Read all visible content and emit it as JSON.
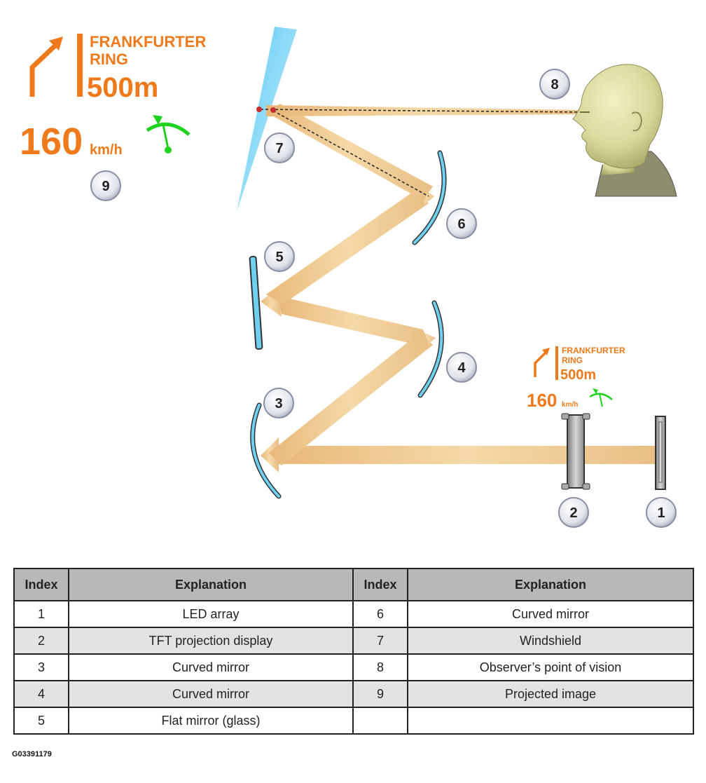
{
  "hud_large": {
    "street_line1": "FRANKFURTER",
    "street_line2": "RING",
    "distance": "500m",
    "speed": "160",
    "speed_unit": "km/h"
  },
  "hud_small": {
    "street_line1": "FRANKFURTER",
    "street_line2": "RING",
    "distance": "500m",
    "speed": "160",
    "speed_unit": "km/h"
  },
  "callouts": [
    "1",
    "2",
    "3",
    "4",
    "5",
    "6",
    "7",
    "8",
    "9"
  ],
  "table": {
    "headers": [
      "Index",
      "Explanation",
      "Index",
      "Explanation"
    ],
    "rows": [
      {
        "i1": "1",
        "e1": "LED array",
        "i2": "6",
        "e2": "Curved mirror"
      },
      {
        "i1": "2",
        "e1": "TFT projection display",
        "i2": "7",
        "e2": "Windshield"
      },
      {
        "i1": "3",
        "e1": "Curved mirror",
        "i2": "8",
        "e2": "Observer’s point of vision"
      },
      {
        "i1": "4",
        "e1": "Curved mirror",
        "i2": "9",
        "e2": "Projected image"
      },
      {
        "i1": "5",
        "e1": "Flat mirror (glass)",
        "i2": "",
        "e2": ""
      }
    ]
  },
  "figure_code": "G03391179",
  "colors": {
    "hud_orange": "#ee7a1b",
    "hud_green": "#1fd21f",
    "beam": "#f0cf9a",
    "mirror_blue": "#62c7e8",
    "header_gray": "#b8b8b8",
    "row_shade": "#e3e3e3"
  }
}
